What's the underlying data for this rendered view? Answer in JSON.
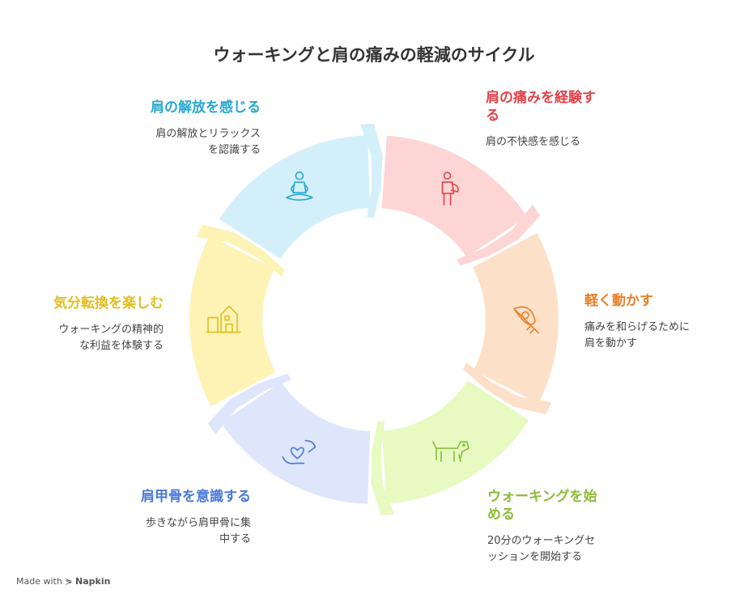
{
  "title": "ウォーキングと肩の痛みの軽減のサイクル",
  "steps": [
    {
      "heading_lines": [
        "肩の痛みを経験す",
        "る"
      ],
      "desc_lines": [
        "肩の不快感を感じる"
      ],
      "color": "#e2424a",
      "fill": "#fdd5d5",
      "icon": "person-shoulder-pain-icon"
    },
    {
      "heading_lines": [
        "軽く動かす"
      ],
      "desc_lines": [
        "痛みを和らげるために",
        "肩を動かす"
      ],
      "color": "#e8802b",
      "fill": "#fde0c8",
      "icon": "feather-icon"
    },
    {
      "heading_lines": [
        "ウォーキングを始",
        "める"
      ],
      "desc_lines": [
        "20分のウォーキングセ",
        "ッションを開始する"
      ],
      "color": "#8cbc3a",
      "fill": "#e6fac2",
      "icon": "dog-icon"
    },
    {
      "heading_lines": [
        "肩甲骨を意識する"
      ],
      "desc_lines": [
        "歩きながら肩甲骨に集",
        "中する"
      ],
      "color": "#4a7ad9",
      "fill": "#dde6fb",
      "icon": "hands-heart-icon"
    },
    {
      "heading_lines": [
        "気分転換を楽しむ"
      ],
      "desc_lines": [
        "ウォーキングの精神的",
        "な利益を体験する"
      ],
      "color": "#e2bd1e",
      "fill": "#fdf3b4",
      "icon": "playhouse-icon"
    },
    {
      "heading_lines": [
        "肩の解放を感じる"
      ],
      "desc_lines": [
        "肩の解放とリラックス",
        "を認識する"
      ],
      "color": "#27a8d0",
      "fill": "#d3f0fa",
      "icon": "meditation-icon"
    }
  ],
  "footer": {
    "prefix": "Made with",
    "brand": "Napkin"
  }
}
